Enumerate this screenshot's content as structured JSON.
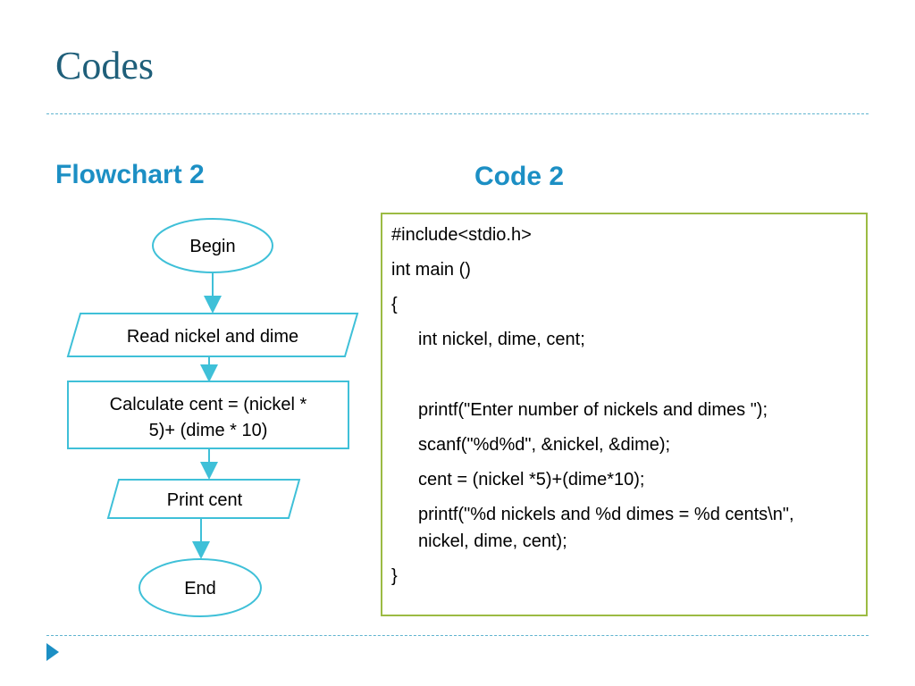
{
  "slide": {
    "title": "Codes",
    "left_heading": "Flowchart 2",
    "right_heading": "Code 2"
  },
  "flowchart": {
    "begin": "Begin",
    "input": "Read nickel and dime",
    "process_line1": "Calculate cent = (nickel *",
    "process_line2": "5)+ (dime * 10)",
    "output": "Print cent",
    "end": "End"
  },
  "code": {
    "lines": [
      "#include<stdio.h>",
      "int main ()",
      "{",
      "int nickel, dime, cent;",
      "printf(\"Enter number of nickels and dimes \");",
      "scanf(\"%d%d\", &nickel, &dime);",
      "cent = (nickel *5)+(dime*10);",
      "printf(\"%d nickels and %d dimes = %d cents\\n\",",
      "nickel, dime, cent);",
      "}"
    ]
  },
  "colors": {
    "title": "#1f5f7a",
    "heading": "#1c8fc4",
    "flow_stroke": "#3fc0d8",
    "code_border": "#9cbb43"
  }
}
